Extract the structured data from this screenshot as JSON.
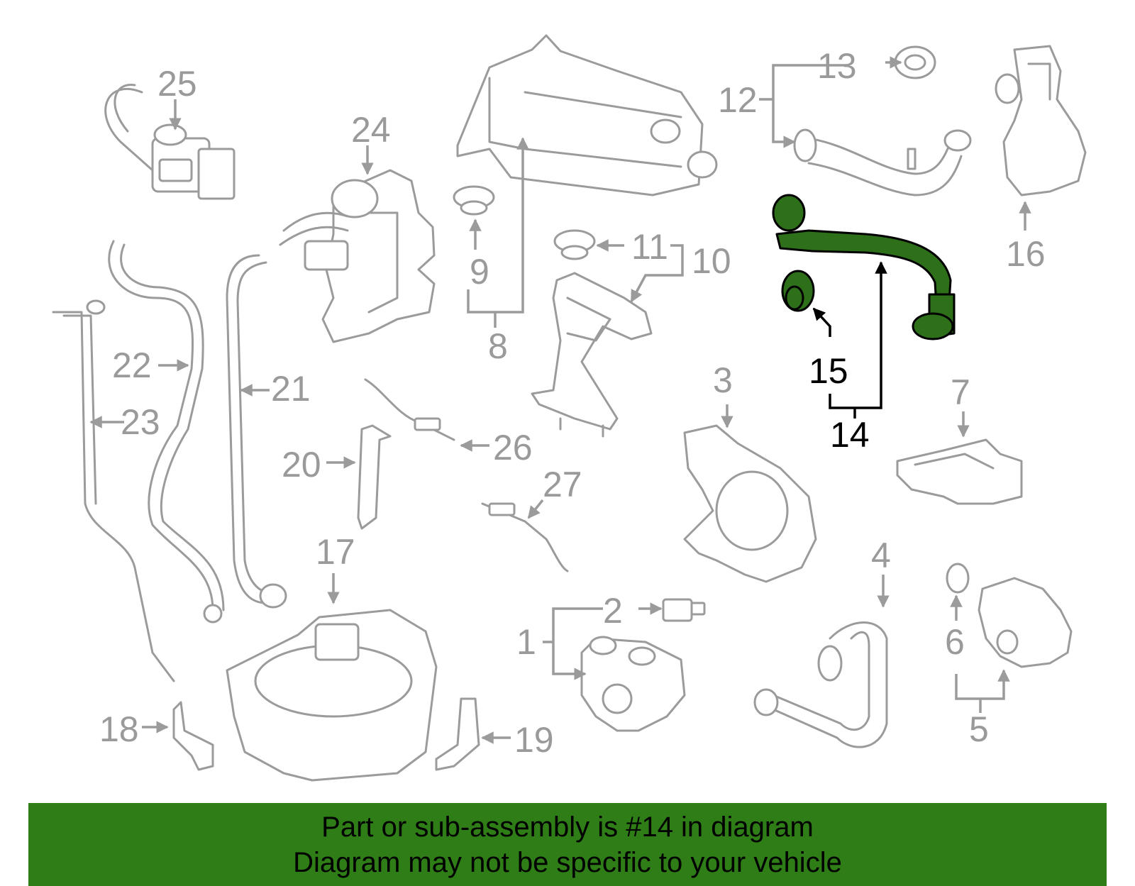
{
  "callouts": {
    "c1": "1",
    "c2": "2",
    "c3": "3",
    "c4": "4",
    "c5": "5",
    "c6": "6",
    "c7": "7",
    "c8": "8",
    "c9": "9",
    "c10": "10",
    "c11": "11",
    "c12": "12",
    "c13": "13",
    "c14": "14",
    "c15": "15",
    "c16": "16",
    "c17": "17",
    "c18": "18",
    "c19": "19",
    "c20": "20",
    "c21": "21",
    "c22": "22",
    "c23": "23",
    "c24": "24",
    "c25": "25",
    "c26": "26",
    "c27": "27"
  },
  "highlight": {
    "part_number": "14",
    "color": "#2e7d16"
  },
  "banner": {
    "line1": "Part or sub-assembly is #14 in diagram",
    "line2": "Diagram may not be specific to your vehicle"
  }
}
